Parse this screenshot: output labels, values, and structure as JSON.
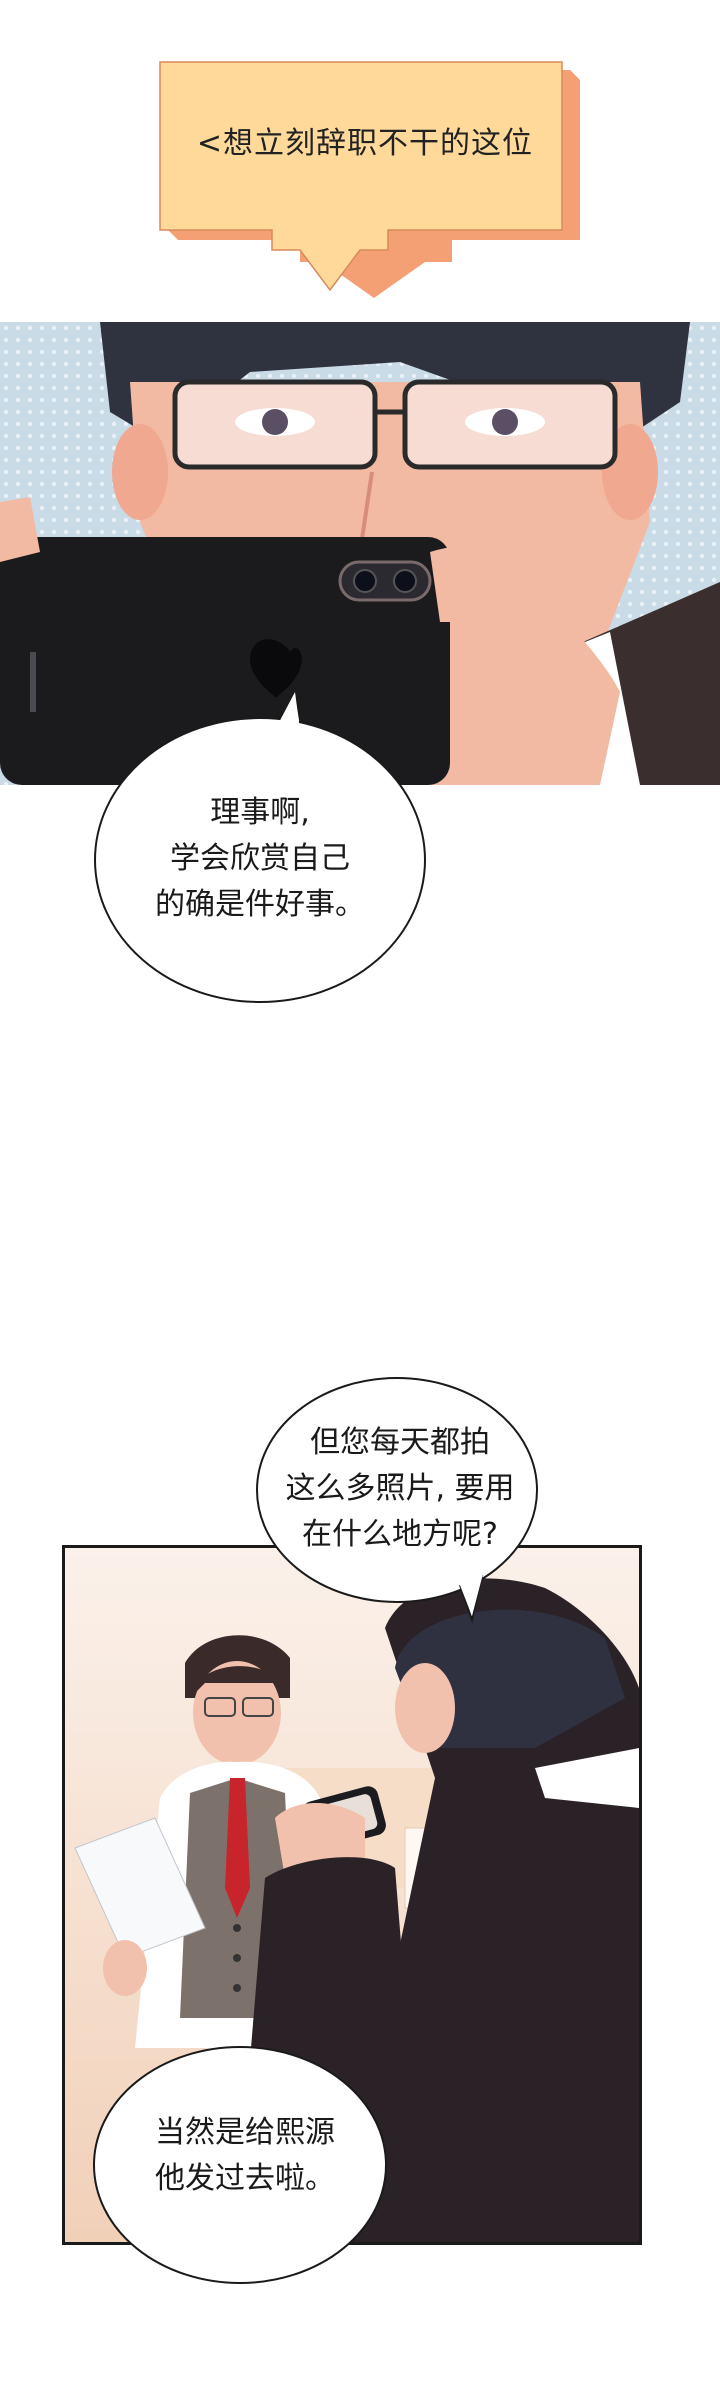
{
  "caption": {
    "text": "<想立刻辞职不干的这位"
  },
  "bubbles": {
    "b1": {
      "lines": [
        "理事啊,",
        "学会欣赏自己",
        "的确是件好事。"
      ]
    },
    "b2": {
      "lines": [
        "但您每天都拍",
        "这么多照片, 要用",
        "在什么地方呢?"
      ]
    },
    "b3": {
      "lines": [
        "当然是给熙源",
        "他发过去啦。"
      ]
    }
  },
  "colors": {
    "caption_fill": "#ffd99a",
    "caption_shadow": "#f4a074",
    "panel_bg": "#c9dbe6",
    "border": "#1a1a1a"
  }
}
